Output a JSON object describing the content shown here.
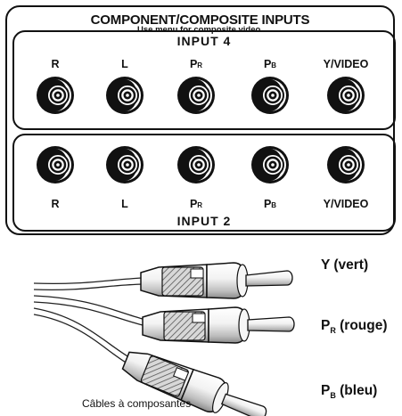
{
  "panel": {
    "title": "COMPONENT/COMPOSITE INPUTS",
    "subtitle": "Use menu for composite video."
  },
  "input4": {
    "title": "INPUT 4",
    "ports": [
      {
        "main": "R",
        "sub": ""
      },
      {
        "main": "L",
        "sub": ""
      },
      {
        "main": "P",
        "sub": "R"
      },
      {
        "main": "P",
        "sub": "B"
      },
      {
        "main": "Y/VIDEO",
        "sub": ""
      }
    ]
  },
  "input2": {
    "title": "INPUT 2",
    "ports": [
      {
        "main": "R",
        "sub": ""
      },
      {
        "main": "L",
        "sub": ""
      },
      {
        "main": "P",
        "sub": "R"
      },
      {
        "main": "P",
        "sub": "B"
      },
      {
        "main": "Y/VIDEO",
        "sub": ""
      }
    ]
  },
  "cables": [
    {
      "main": "Y (vert)",
      "sub": "",
      "suffix": ""
    },
    {
      "main": "P",
      "sub": "R",
      "suffix": " (rouge)"
    },
    {
      "main": "P",
      "sub": "B",
      "suffix": " (bleu)"
    }
  ],
  "caption": "Câbles à composantes"
}
